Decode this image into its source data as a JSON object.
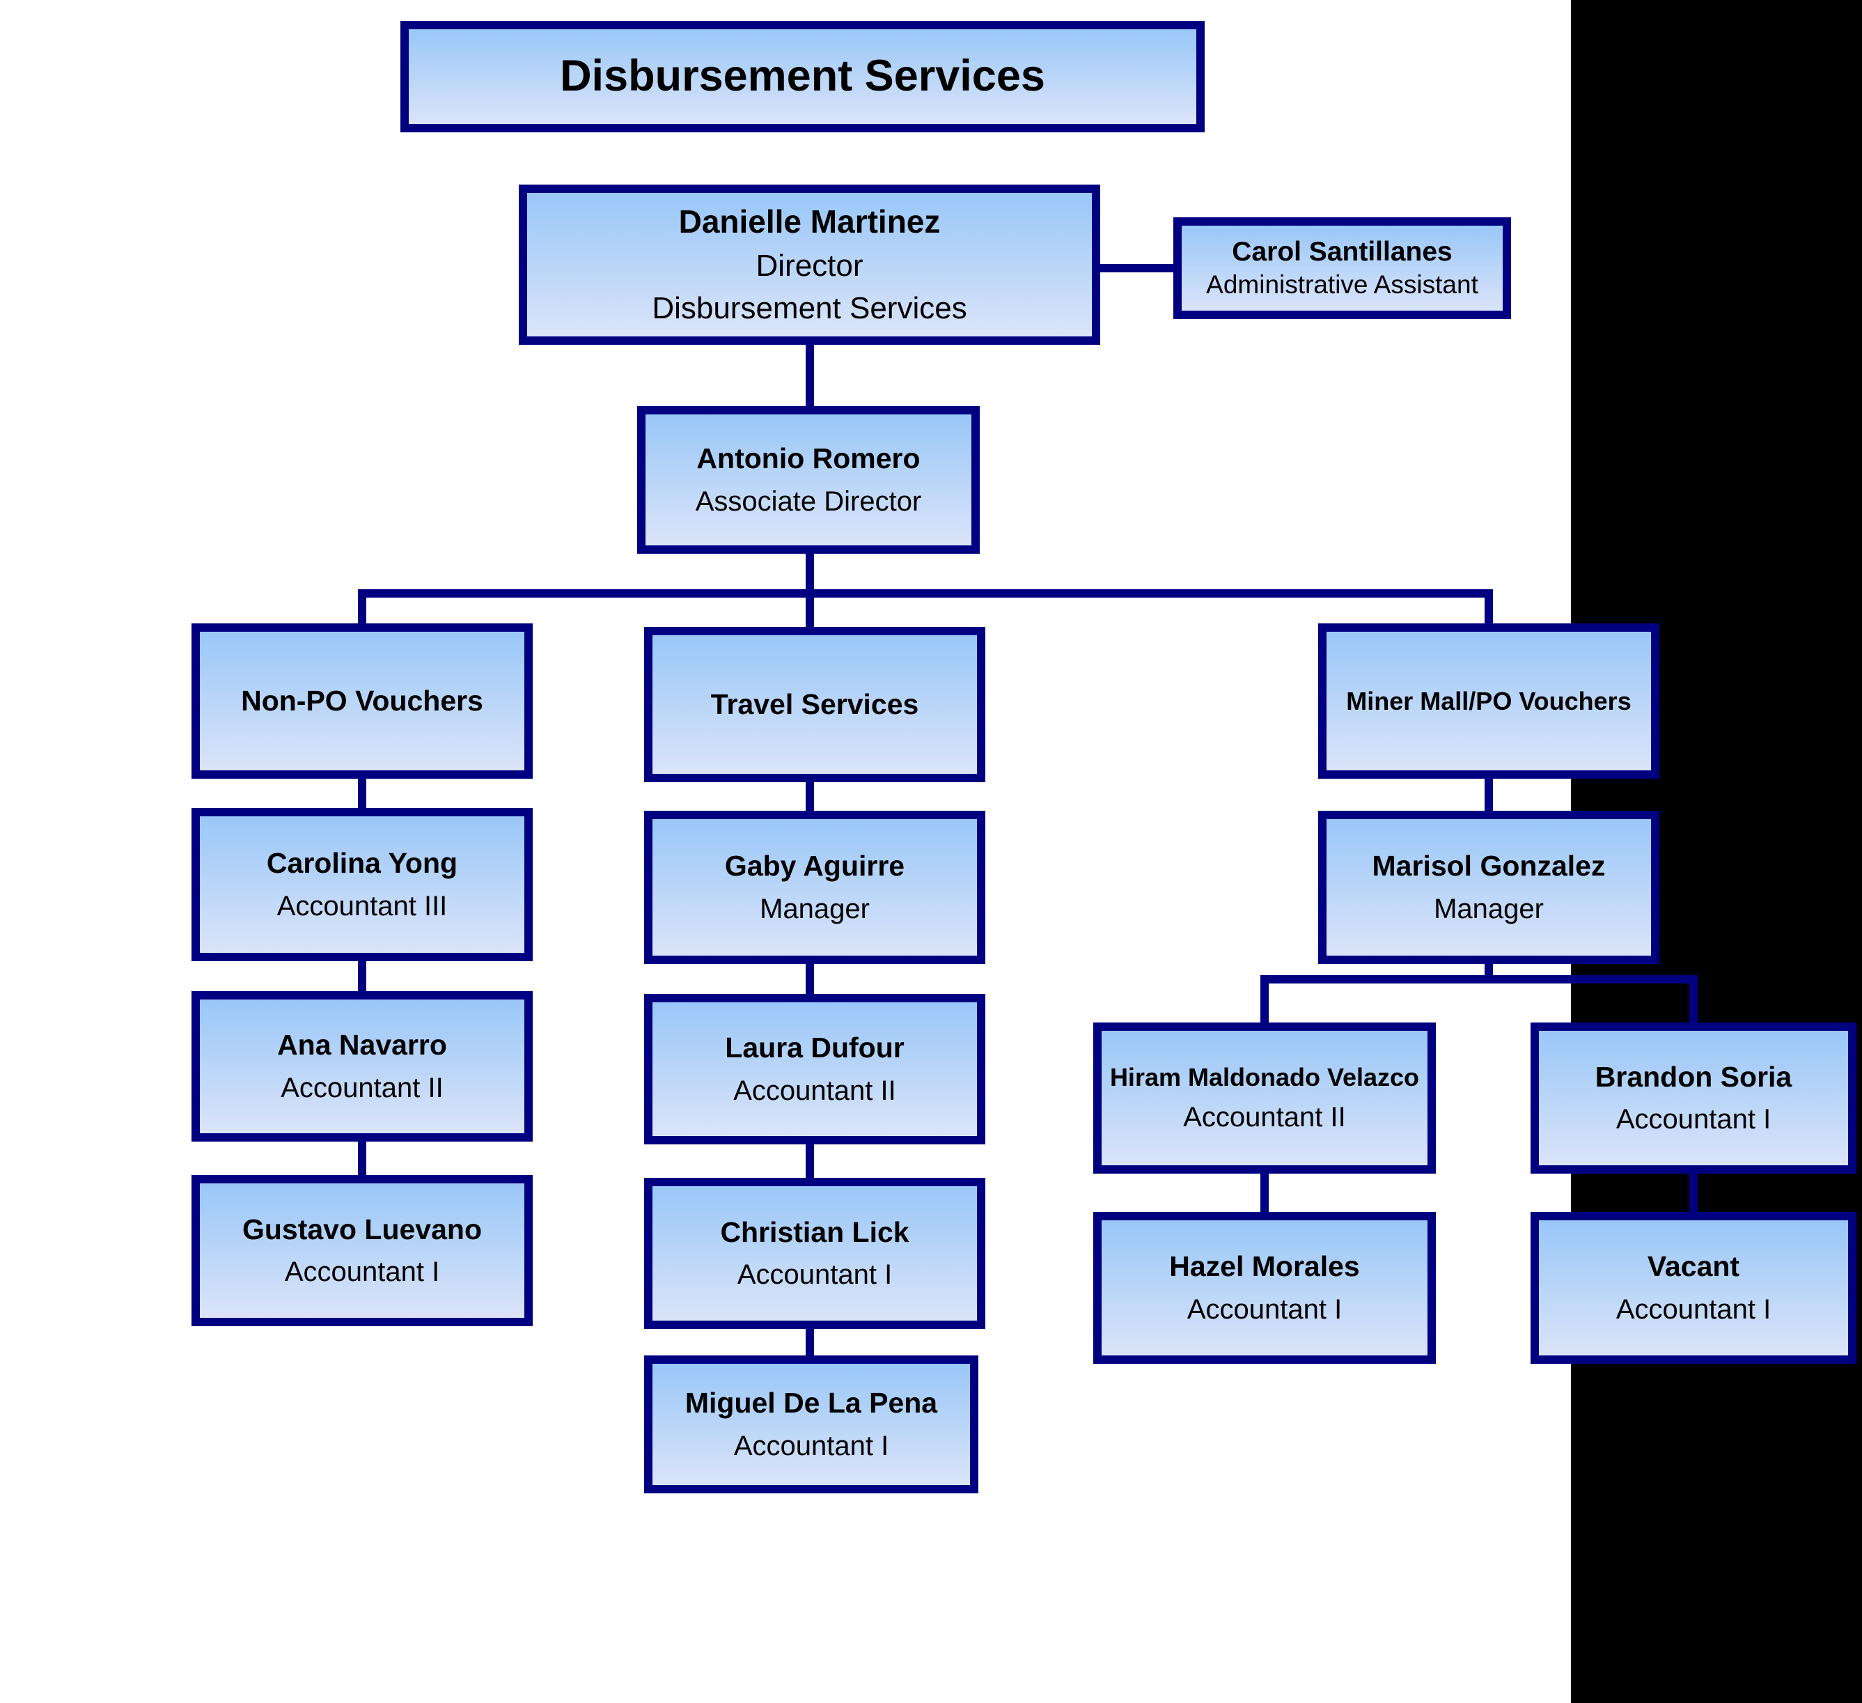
{
  "org_chart": {
    "title": "Disbursement Services",
    "nodes": {
      "director": {
        "name": "Danielle Martinez",
        "role": "Director",
        "org": "Disbursement Services"
      },
      "admin_assistant": {
        "name": "Carol Santillanes",
        "role": "Administrative Assistant"
      },
      "associate_director": {
        "name": "Antonio Romero",
        "role": "Associate Director"
      },
      "dept_non_po": {
        "label": "Non-PO Vouchers"
      },
      "dept_travel": {
        "label": "Travel Services"
      },
      "dept_miner_mall": {
        "label": "Miner Mall/PO Vouchers"
      },
      "carolina": {
        "name": "Carolina Yong",
        "role": "Accountant III"
      },
      "ana": {
        "name": "Ana Navarro",
        "role": "Accountant II"
      },
      "gustavo": {
        "name": "Gustavo Luevano",
        "role": "Accountant I"
      },
      "gaby": {
        "name": "Gaby Aguirre",
        "role": "Manager"
      },
      "laura": {
        "name": "Laura Dufour",
        "role": "Accountant II"
      },
      "christian": {
        "name": "Christian Lick",
        "role": "Accountant I"
      },
      "miguel": {
        "name": "Miguel De La Pena",
        "role": "Accountant I"
      },
      "marisol": {
        "name": "Marisol Gonzalez",
        "role": "Manager"
      },
      "hiram": {
        "name": "Hiram Maldonado Velazco",
        "role": "Accountant II"
      },
      "hazel": {
        "name": "Hazel Morales",
        "role": "Accountant I"
      },
      "brandon": {
        "name": "Brandon Soria",
        "role": "Accountant I"
      },
      "vacant": {
        "name": "Vacant",
        "role": "Accountant I"
      }
    },
    "colors": {
      "box_border": "#000080",
      "box_fill_top": "#99c7f8",
      "box_fill_bottom": "#dbe4f9",
      "connector": "#000080",
      "black_bar": "#000000",
      "text": "#000000",
      "background": "#ffffff"
    }
  }
}
